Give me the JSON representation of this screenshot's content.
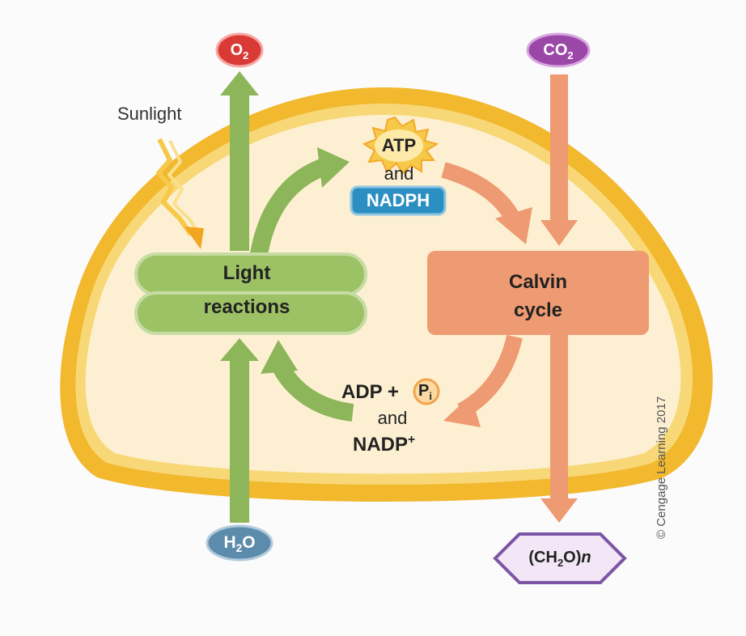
{
  "labels": {
    "sunlight": "Sunlight",
    "light_reactions_1": "Light",
    "light_reactions_2": "reactions",
    "calvin_1": "Calvin",
    "calvin_2": "cycle",
    "atp": "ATP",
    "and_top": "and",
    "nadph": "NADPH",
    "adp": "ADP +",
    "pi_main": "P",
    "pi_sub": "i",
    "and_bottom": "and",
    "nadp_main": "NADP",
    "nadp_sup": "+",
    "o2_main": "O",
    "o2_sub": "2",
    "co2_main": "CO",
    "co2_sub": "2",
    "h2o_h": "H",
    "h2o_sub": "2",
    "h2o_o": "O",
    "ch2on_a": "(CH",
    "ch2on_sub": "2",
    "ch2on_b": "O)",
    "ch2on_n": "n",
    "copyright": "© Cengage Learning 2017"
  },
  "colors": {
    "membrane_outer": "#f2b82e",
    "stroma": "#fdf0d2",
    "green_arrow": "#8db55a",
    "thylakoid": "#9dc265",
    "orange_arrow": "#ee9a72",
    "calvin_box": "#ee9a72",
    "o2": "#d93a35",
    "co2": "#9b47a8",
    "h2o": "#5d8bab",
    "nadph": "#2c8fc1",
    "ch2on": "#7d55a6",
    "atp_burst": "#f6c94a"
  }
}
